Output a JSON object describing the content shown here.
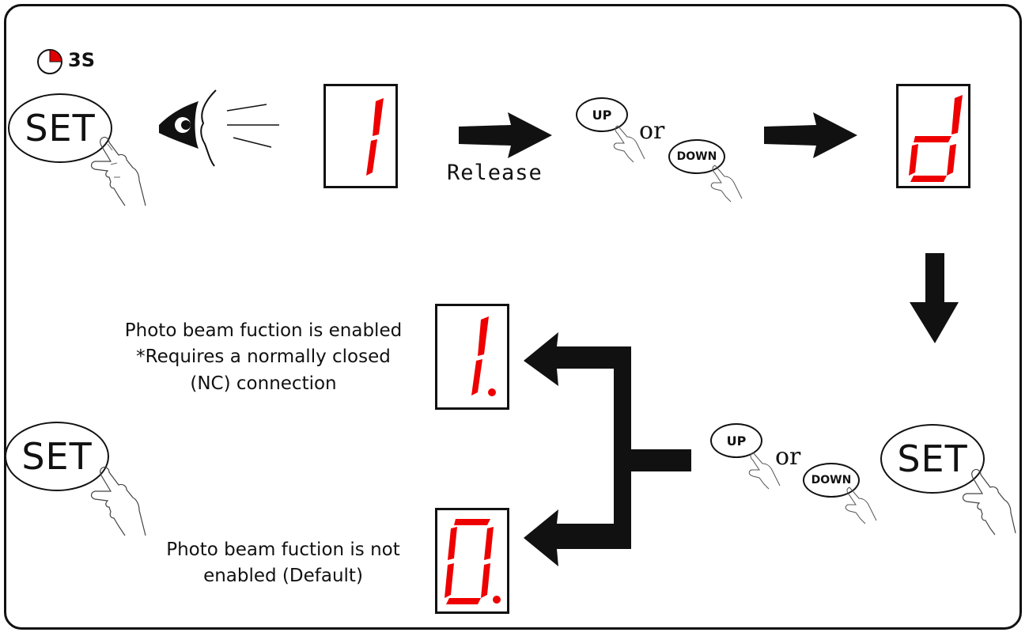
{
  "timer": {
    "label": "3S",
    "icon": "timer-icon",
    "accent": "#e00000"
  },
  "buttons": {
    "set": "SET",
    "up": "UP",
    "down": "DOWN",
    "or": "or"
  },
  "release_label": "Release",
  "displays": {
    "step1": "1",
    "step2": "d",
    "option_enabled": "1.",
    "option_disabled": "0."
  },
  "captions": {
    "enabled_line1": "Photo beam fuction is enabled",
    "enabled_line2": "*Requires a normally closed",
    "enabled_line3": "(NC) connection",
    "disabled_line1": "Photo beam fuction is not",
    "disabled_line2": "enabled (Default)"
  },
  "colors": {
    "segment": "#ee0000",
    "ink": "#111111"
  }
}
